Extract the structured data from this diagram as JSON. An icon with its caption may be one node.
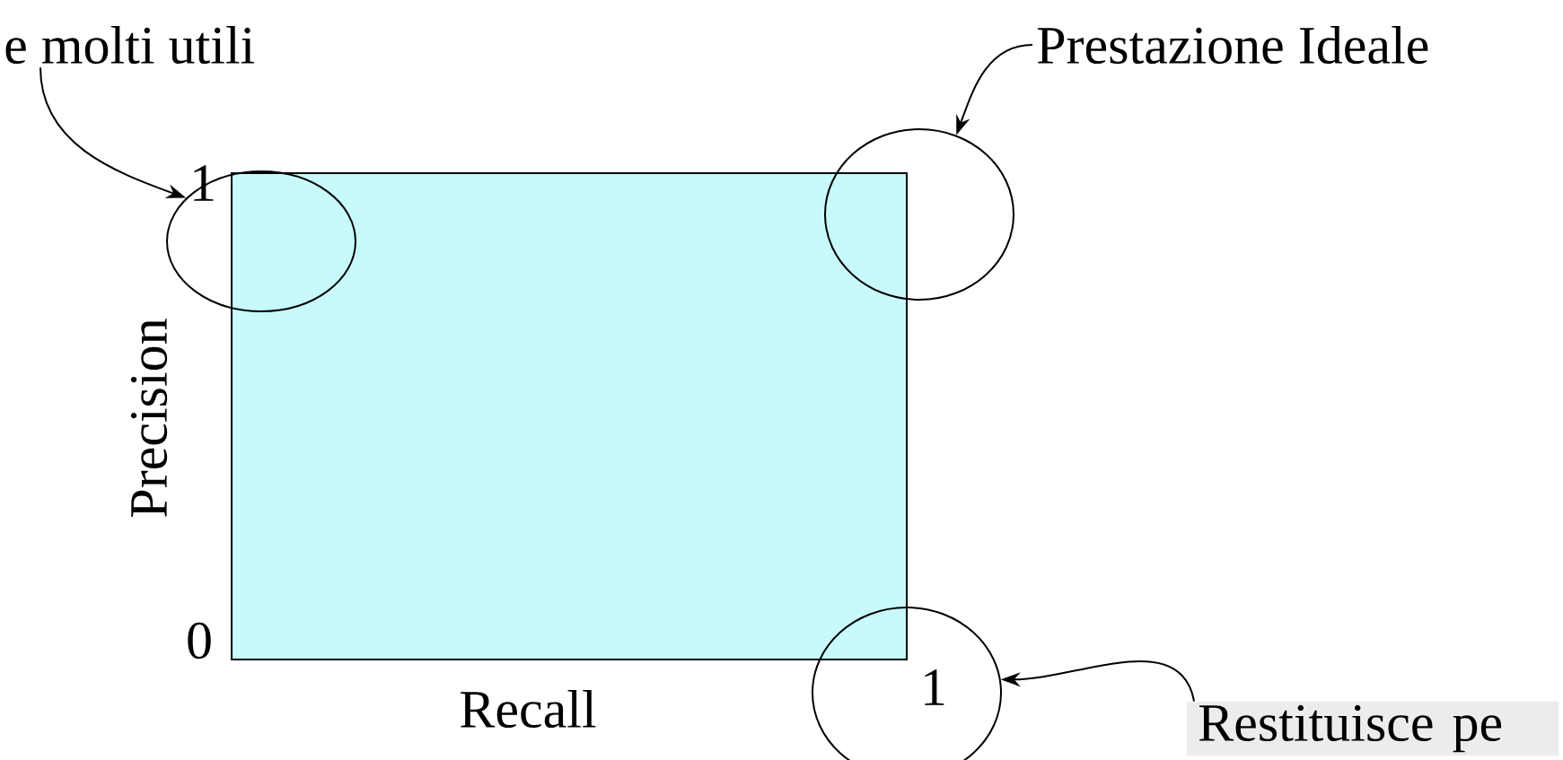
{
  "diagram": {
    "nodes": [
      {
        "text": [
          "e molti utili"
        ]
      },
      {
        "text": [
          "Prestazione Ideale"
        ]
      },
      {
        "text": [
          "Restituisce pe"
        ]
      },
      {
        "text": [],
        "shape": "circle"
      },
      {
        "text": [],
        "shape": "circle"
      },
      {
        "text": [],
        "shape": "circle"
      }
    ],
    "edges": [
      {
        "from": 0,
        "to": 3,
        "arrow": "to"
      },
      {
        "from": 1,
        "to": 4,
        "arrow": "to"
      },
      {
        "from": 2,
        "to": 5,
        "arrow": "to"
      }
    ],
    "labels": [
      "1",
      "Precision",
      "0",
      "Recall",
      "1"
    ]
  }
}
